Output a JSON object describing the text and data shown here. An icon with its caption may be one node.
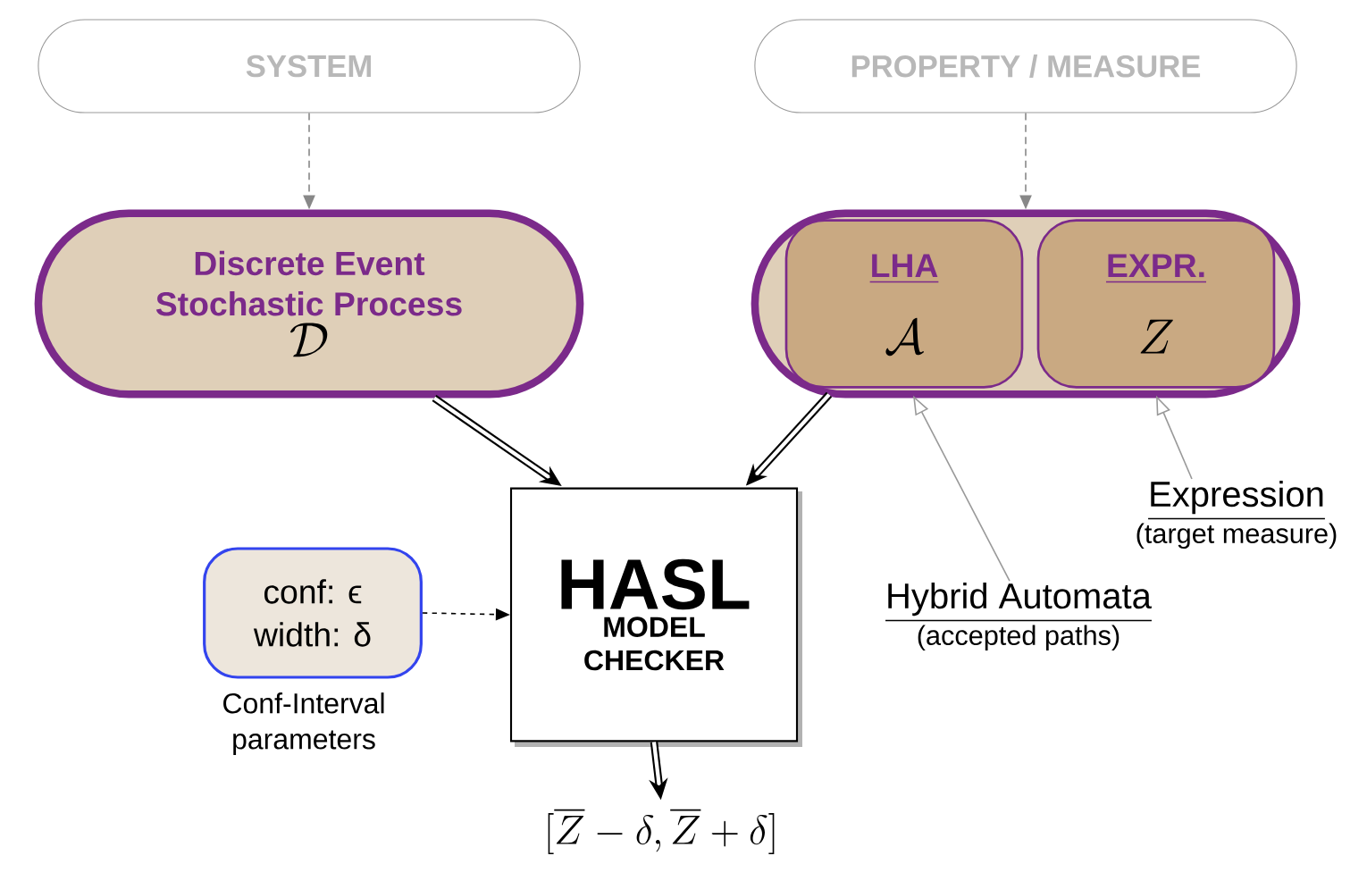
{
  "diagram": {
    "nodes": [
      {
        "text": [
          "SYSTEM"
        ]
      },
      {
        "text": [
          "PROPERTY / MEASURE"
        ]
      },
      {
        "text": [
          "Discrete Event Stochastic Process",
          "\\mathcal{D}"
        ]
      },
      {
        "text": [],
        "shape": "box"
      },
      {
        "text": [
          "LHA",
          "\\mathcal{A}"
        ],
        "in": 3
      },
      {
        "text": [
          "EXPR.",
          "Z"
        ],
        "in": 3
      },
      {
        "text": [
          "conf: ϵ width: δ"
        ],
        "beside": [
          "Conf-Interval parameters"
        ]
      },
      {
        "text": [
          "HASL",
          "MODEL CHECKER"
        ]
      },
      {
        "text": [
          "[\\overline{Z}-\\delta, \\overline{Z}+\\delta]"
        ]
      },
      {
        "text": [
          "Hybrid Automata",
          "(accepted paths)"
        ]
      },
      {
        "text": [
          "Expression",
          "(target measure)"
        ]
      }
    ],
    "edges": [
      {
        "from": 0,
        "to": 2,
        "arrow": "to",
        "style": "dashed",
        "color": "#888888"
      },
      {
        "from": 1,
        "to": 3,
        "arrow": "to",
        "style": "dashed",
        "color": "#888888"
      },
      {
        "from": 2,
        "to": 7,
        "arrow": "to",
        "style": "thick"
      },
      {
        "from": 3,
        "to": 7,
        "arrow": "to",
        "style": "thick"
      },
      {
        "from": 6,
        "to": 7,
        "arrow": "to",
        "style": "dashed"
      },
      {
        "from": 7,
        "to": 8,
        "arrow": "to",
        "style": "thick"
      },
      {
        "from": 9,
        "to": 4,
        "arrow": "to",
        "color": "#999999"
      },
      {
        "from": 10,
        "to": 5,
        "arrow": "to",
        "color": "#999999"
      }
    ]
  }
}
